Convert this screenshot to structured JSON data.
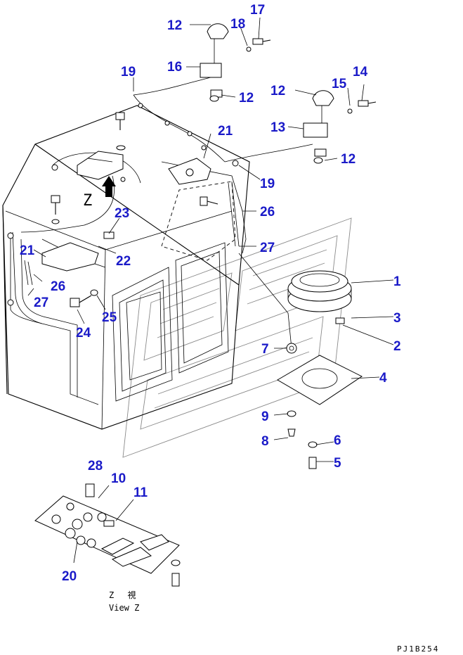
{
  "callouts": [
    {
      "id": "c1",
      "label": "1"
    },
    {
      "id": "c2",
      "label": "2"
    },
    {
      "id": "c3",
      "label": "3"
    },
    {
      "id": "c4",
      "label": "4"
    },
    {
      "id": "c5",
      "label": "5"
    },
    {
      "id": "c6",
      "label": "6"
    },
    {
      "id": "c7",
      "label": "7"
    },
    {
      "id": "c8",
      "label": "8"
    },
    {
      "id": "c9",
      "label": "9"
    },
    {
      "id": "c10",
      "label": "10"
    },
    {
      "id": "c11",
      "label": "11"
    },
    {
      "id": "c12a",
      "label": "12"
    },
    {
      "id": "c12b",
      "label": "12"
    },
    {
      "id": "c12c",
      "label": "12"
    },
    {
      "id": "c12d",
      "label": "12"
    },
    {
      "id": "c13",
      "label": "13"
    },
    {
      "id": "c14",
      "label": "14"
    },
    {
      "id": "c15",
      "label": "15"
    },
    {
      "id": "c16",
      "label": "16"
    },
    {
      "id": "c17",
      "label": "17"
    },
    {
      "id": "c18",
      "label": "18"
    },
    {
      "id": "c19a",
      "label": "19"
    },
    {
      "id": "c19b",
      "label": "19"
    },
    {
      "id": "c20",
      "label": "20"
    },
    {
      "id": "c21a",
      "label": "21"
    },
    {
      "id": "c21b",
      "label": "21"
    },
    {
      "id": "c22",
      "label": "22"
    },
    {
      "id": "c23",
      "label": "23"
    },
    {
      "id": "c24",
      "label": "24"
    },
    {
      "id": "c25",
      "label": "25"
    },
    {
      "id": "c26a",
      "label": "26"
    },
    {
      "id": "c26b",
      "label": "26"
    },
    {
      "id": "c27a",
      "label": "27"
    },
    {
      "id": "c27b",
      "label": "27"
    },
    {
      "id": "c28",
      "label": "28"
    }
  ],
  "view_marker": "Z",
  "view_caption_line1": "Z　 視",
  "view_caption_line2": "View Z",
  "drawing_code": "PJ1B254"
}
